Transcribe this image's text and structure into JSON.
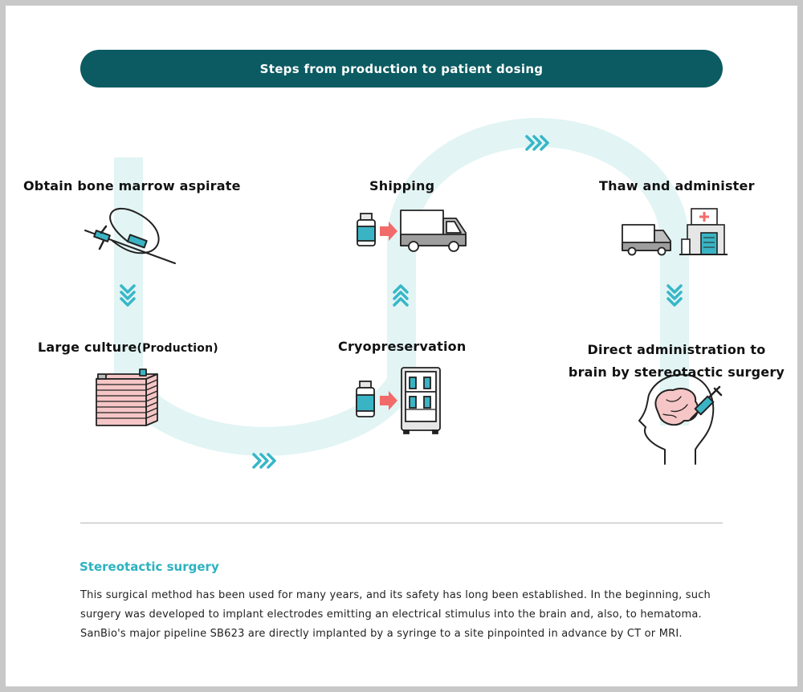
{
  "header": {
    "title": "Steps from production to patient dosing"
  },
  "steps": [
    {
      "label": "Obtain bone marrow aspirate",
      "icon": "needle-icon"
    },
    {
      "label": "Large culture",
      "label_sub": "(Production)",
      "icon": "culture-flask-stack-icon"
    },
    {
      "label": "Cryopreservation",
      "icon": "freezer-icon"
    },
    {
      "label": "Shipping",
      "icon": "truck-icon"
    },
    {
      "label": "Thaw and administer",
      "icon": "hospital-icon"
    },
    {
      "label_line1": "Direct administration to",
      "label_line2": "brain by stereotactic surgery",
      "icon": "head-syringe-icon"
    }
  ],
  "colors": {
    "header_bg": "#0c5b62",
    "path": "#e2f4f4",
    "chevron": "#36b7c8",
    "arrow": "#f26b6b",
    "vial": "#3ab4c4",
    "culture": "#f6c6c6"
  },
  "note": {
    "title": "Stereotactic surgery",
    "body": "This surgical method has been used for many years, and its safety has long been established. In the beginning, such surgery was developed to implant electrodes emitting an electrical stimulus into the brain and, also, to hematoma. SanBio's major pipeline SB623 are directly implanted by a syringe to a site pinpointed in advance by CT or MRI."
  }
}
